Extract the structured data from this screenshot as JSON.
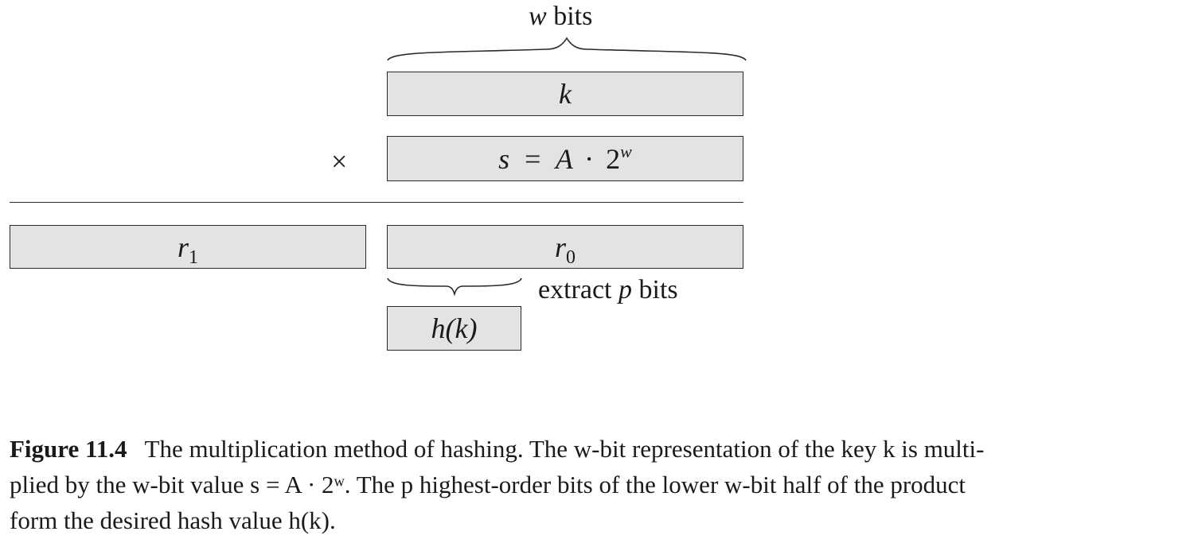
{
  "diagram": {
    "top_brace_label": {
      "var": "w",
      "text": "bits"
    },
    "key_box": {
      "text": "k"
    },
    "multiply_symbol": "×",
    "multiplier_box": {
      "s": "s",
      "eq": "=",
      "A": "A",
      "dot": "·",
      "two": "2",
      "exp": "w"
    },
    "r1_box": {
      "var": "r",
      "sub": "1"
    },
    "r0_box": {
      "var": "r",
      "sub": "0"
    },
    "extract_label": {
      "pre": "extract",
      "var": "p",
      "post": "bits"
    },
    "hash_box": {
      "text": "h(k)"
    }
  },
  "caption": {
    "figure_label": "Figure 11.4",
    "line1": "The multiplication method of hashing. The w-bit representation of the key k is multi-",
    "line2": "plied by the w-bit value s = A · 2ʷ. The p highest-order bits of the lower w-bit half of the product",
    "line3": "form the desired hash value h(k)."
  }
}
